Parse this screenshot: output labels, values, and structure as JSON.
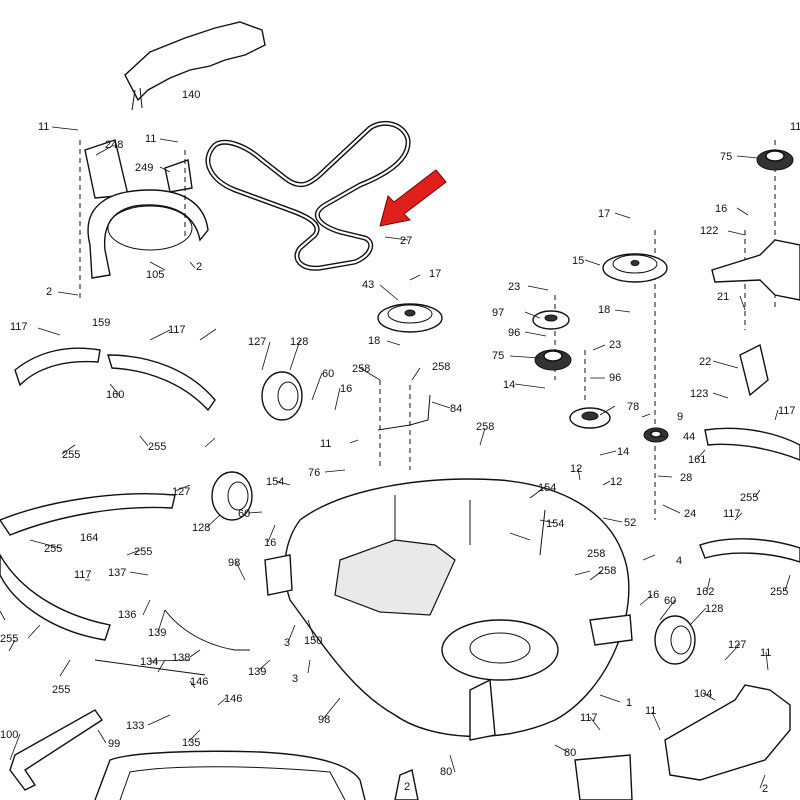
{
  "diagram": {
    "arrow_color": "#e0201b",
    "line_color": "#111111",
    "background": "#ffffff",
    "highlighted_part": "27"
  },
  "callouts": {
    "c140": "140",
    "c11_a": "11",
    "c248": "248",
    "c11_b": "11",
    "c249": "249",
    "c27": "27",
    "c105": "105",
    "c2_a": "2",
    "c2_b": "2",
    "c117_a": "117",
    "c159": "159",
    "c117_b": "117",
    "c160": "160",
    "c255_a": "255",
    "c255_b": "255",
    "c43": "43",
    "c17_a": "17",
    "c18_a": "18",
    "c127_a": "127",
    "c128_a": "128",
    "c60_a": "60",
    "c16_a": "16",
    "c258_a": "258",
    "c258_b": "258",
    "c84": "84",
    "c11_c": "11",
    "c76": "76",
    "c258_c": "258",
    "c23_a": "23",
    "c97": "97",
    "c96_a": "96",
    "c75_a": "75",
    "c23_b": "23",
    "c14_a": "14",
    "c96_b": "96",
    "c17_b": "17",
    "c15": "15",
    "c18_b": "18",
    "c78": "78",
    "c9": "9",
    "c44": "44",
    "c14_b": "14",
    "c28": "28",
    "c12_a": "12",
    "c12_b": "12",
    "c52": "52",
    "c24": "24",
    "c4": "4",
    "c75_b": "75",
    "c11_d": "11",
    "c16_b": "16",
    "c122": "122",
    "c21": "21",
    "c22": "22",
    "c123": "123",
    "c117_c": "117",
    "c161": "161",
    "c255_c": "255",
    "c117_d": "117",
    "c162": "162",
    "c255_d": "255",
    "c127_b": "127",
    "c128_b": "128",
    "c60_b": "60",
    "c16_c": "16",
    "c154_a": "154",
    "c154_b": "154",
    "c154_c": "154",
    "c164": "164",
    "c255_e": "255",
    "c255_f": "255",
    "c117_e": "117",
    "c255_g": "255",
    "c255_h": "255",
    "c137": "137",
    "c98_a": "98",
    "c136": "136",
    "c139_a": "139",
    "c3_a": "3",
    "c150": "150",
    "c3_b": "3",
    "c258_d": "258",
    "c258_e": "258",
    "c16_d": "16",
    "c60_c": "60",
    "c128_c": "128",
    "c127_c": "127",
    "c134": "134",
    "c138": "138",
    "c139_b": "139",
    "c146_a": "146",
    "c146_b": "146",
    "c98_b": "98",
    "c133": "133",
    "c135": "135",
    "c100": "100",
    "c99": "99",
    "c1": "1",
    "c117_f": "117",
    "c80_a": "80",
    "c80_b": "80",
    "c11_e": "11",
    "c104": "104",
    "c2_c": "2",
    "c2_d": "2",
    "c11_f": "11"
  }
}
